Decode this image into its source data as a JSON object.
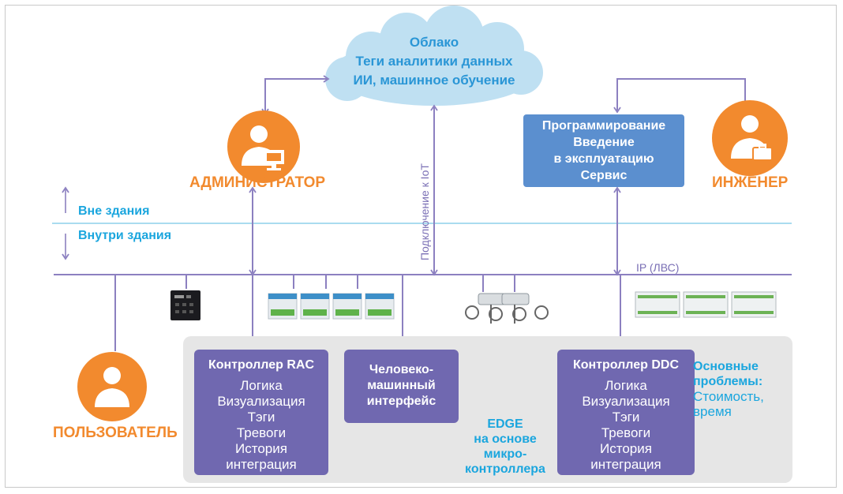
{
  "cloud": {
    "lines": [
      "Облако",
      "Теги аналитики данных",
      "ИИ, машинное обучение"
    ]
  },
  "roles": {
    "admin": "АДМИНИСТРАТОР",
    "engineer": "ИНЖЕНЕР",
    "user": "ПОЛЬЗОВАТЕЛЬ"
  },
  "zones": {
    "outside": "Вне здания",
    "inside": "Внутри здания"
  },
  "iot_link": "Подключение к IoT",
  "ip_label": "IP (ЛВС)",
  "engineer_tasks": [
    "Программирование",
    "Введение",
    "в эксплуатацию",
    "Сервис"
  ],
  "controller_rac": {
    "title": "Контроллер RAC",
    "items": [
      "Логика",
      "Визуализация",
      "Тэги",
      "Тревоги",
      "История",
      "интеграция"
    ]
  },
  "hmi": [
    "Человеко-",
    "машинный",
    "интерфейс"
  ],
  "edge": [
    "EDGE",
    "на основе",
    "микро-",
    "контроллера"
  ],
  "controller_ddc": {
    "title": "Контроллер DDC",
    "items": [
      "Логика",
      "Визуализация",
      "Тэги",
      "Тревоги",
      "История",
      "интеграция"
    ]
  },
  "issues": {
    "title": [
      "Основные",
      "проблемы:"
    ],
    "values": [
      "Стоимость,",
      "время"
    ]
  },
  "colors": {
    "line": "#8c80c0",
    "orange": "#f28a2e",
    "blue_text": "#1ba6de",
    "cloud_fill": "#bfe0f2",
    "controller": "#7068b0",
    "prog_box": "#5b8fcf",
    "divider": "#a9dcef"
  }
}
